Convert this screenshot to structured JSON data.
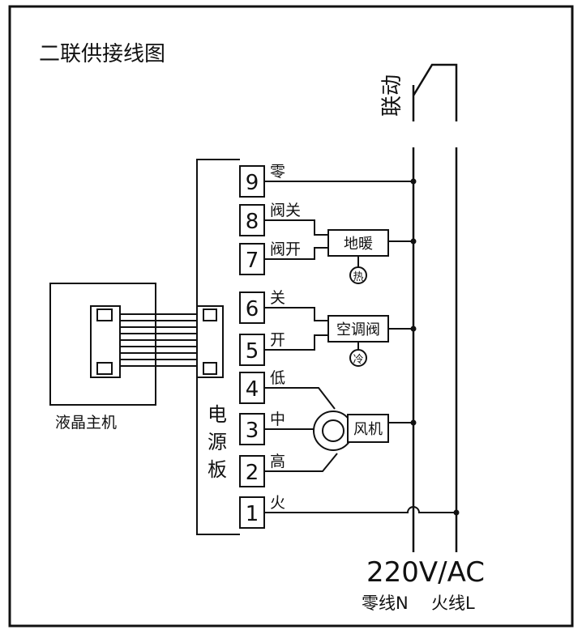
{
  "title": "二联供接线图",
  "linkage_label": "联动",
  "lcd_label": "液晶主机",
  "power_board_label": [
    "电",
    "源",
    "板"
  ],
  "terminals": [
    {
      "num": "9",
      "label": "零"
    },
    {
      "num": "8",
      "label": "阀关"
    },
    {
      "num": "7",
      "label": "阀开"
    },
    {
      "num": "6",
      "label": "关"
    },
    {
      "num": "5",
      "label": "开"
    },
    {
      "num": "4",
      "label": "低"
    },
    {
      "num": "3",
      "label": "中"
    },
    {
      "num": "2",
      "label": "高"
    },
    {
      "num": "1",
      "label": "火"
    }
  ],
  "devices": {
    "floor_heating": "地暖",
    "hot_symbol": "热",
    "ac_valve": "空调阀",
    "cold_symbol": "冷",
    "fan": "风机"
  },
  "supply": {
    "voltage": "220V/AC",
    "neutral": "零线N",
    "live": "火线L"
  }
}
